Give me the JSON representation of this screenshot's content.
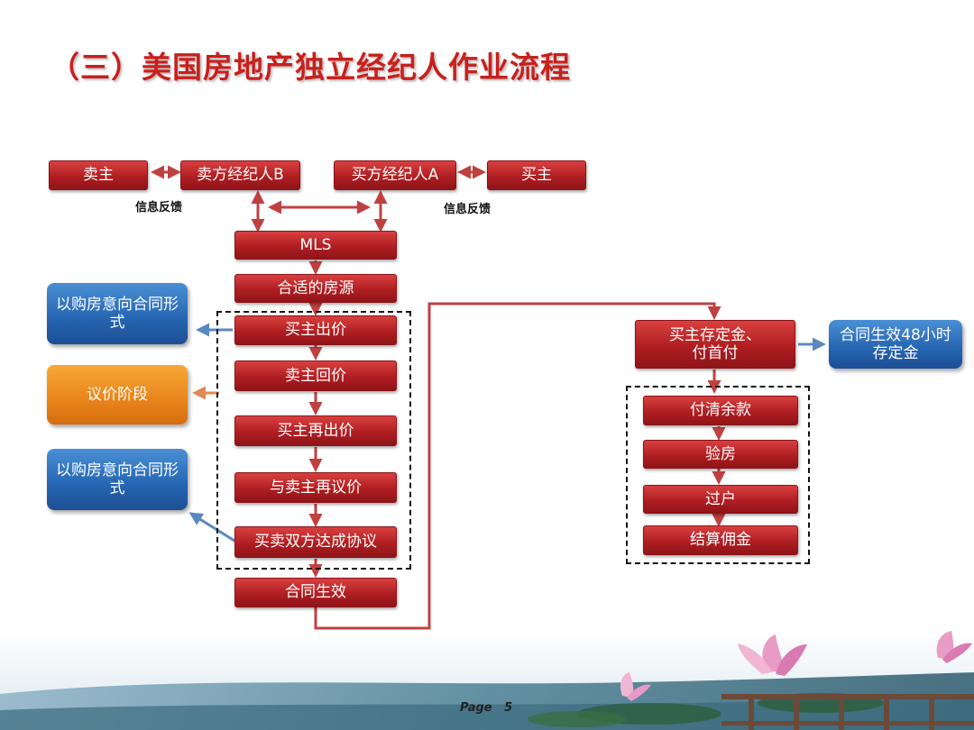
{
  "title": "（三）美国房地产独立经纪人作业流程",
  "top": {
    "seller": "卖主",
    "seller_agent": "卖方经纪人B",
    "buyer_agent": "买方经纪人A",
    "buyer": "买主",
    "feedback_left": "信息反馈",
    "feedback_right": "信息反馈"
  },
  "main_flow": [
    "MLS",
    "合适的房源",
    "买主出价",
    "卖主回价",
    "买主再出价",
    "与卖主再议价",
    "买卖双方达成协议",
    "合同生效"
  ],
  "side": {
    "intent_1": "以购房意向合同形式",
    "negotiation": "议价阶段",
    "intent_2": "以购房意向合同形式"
  },
  "right_flow": {
    "deposit": "买主存定金、付首付",
    "contract_effect": "合同生效48小时存定金",
    "steps": [
      "付清余款",
      "验房",
      "过户",
      "结算佣金"
    ]
  },
  "footer": {
    "page_label": "Page",
    "page_number": "5"
  }
}
